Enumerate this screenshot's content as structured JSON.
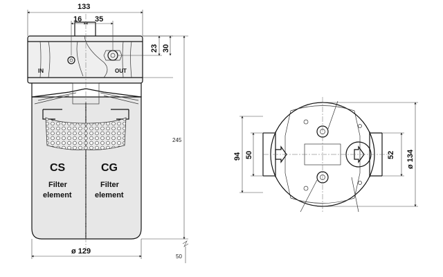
{
  "dimensions": {
    "overall_width": "133",
    "offset_16": "16",
    "offset_35": "35",
    "height_23": "23",
    "height_30": "30",
    "total_height": "245",
    "bottom_clearance": "50",
    "body_diameter": "ø 129",
    "plan_94": "94",
    "plan_50": "50",
    "plan_52": "52",
    "plan_diameter": "ø 134"
  },
  "ports": {
    "inlet": "IN",
    "outlet": "OUT"
  },
  "elements": {
    "left": {
      "code": "CS",
      "line1": "Filter",
      "line2": "element"
    },
    "right": {
      "code": "CG",
      "line1": "Filter",
      "line2": "element"
    }
  }
}
